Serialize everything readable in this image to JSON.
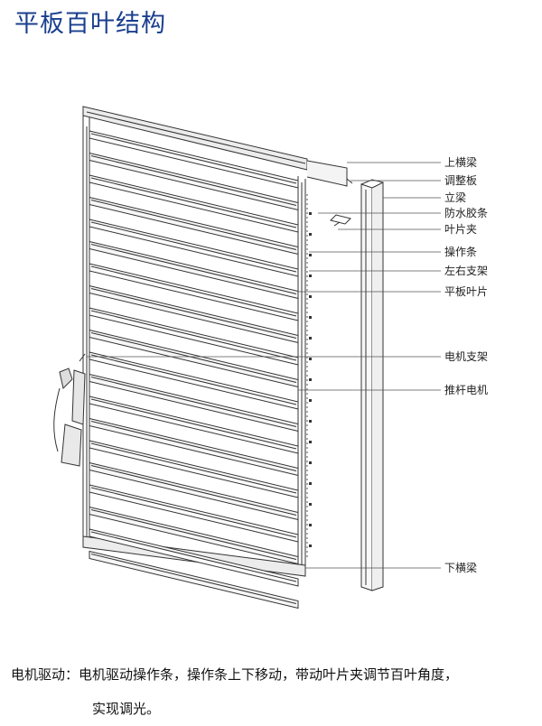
{
  "title": "平板百叶结构",
  "labels": [
    "上横梁",
    "调整板",
    "立梁",
    "防水胶条",
    "叶片夹",
    "操作条",
    "左右支架",
    "平板叶片",
    "电机支架",
    "推杆电机",
    "下横梁"
  ],
  "description": {
    "line1": "电机驱动：电机驱动操作条，操作条上下移动，带动叶片夹调节百叶角度，",
    "line2": "实现调光。"
  }
}
